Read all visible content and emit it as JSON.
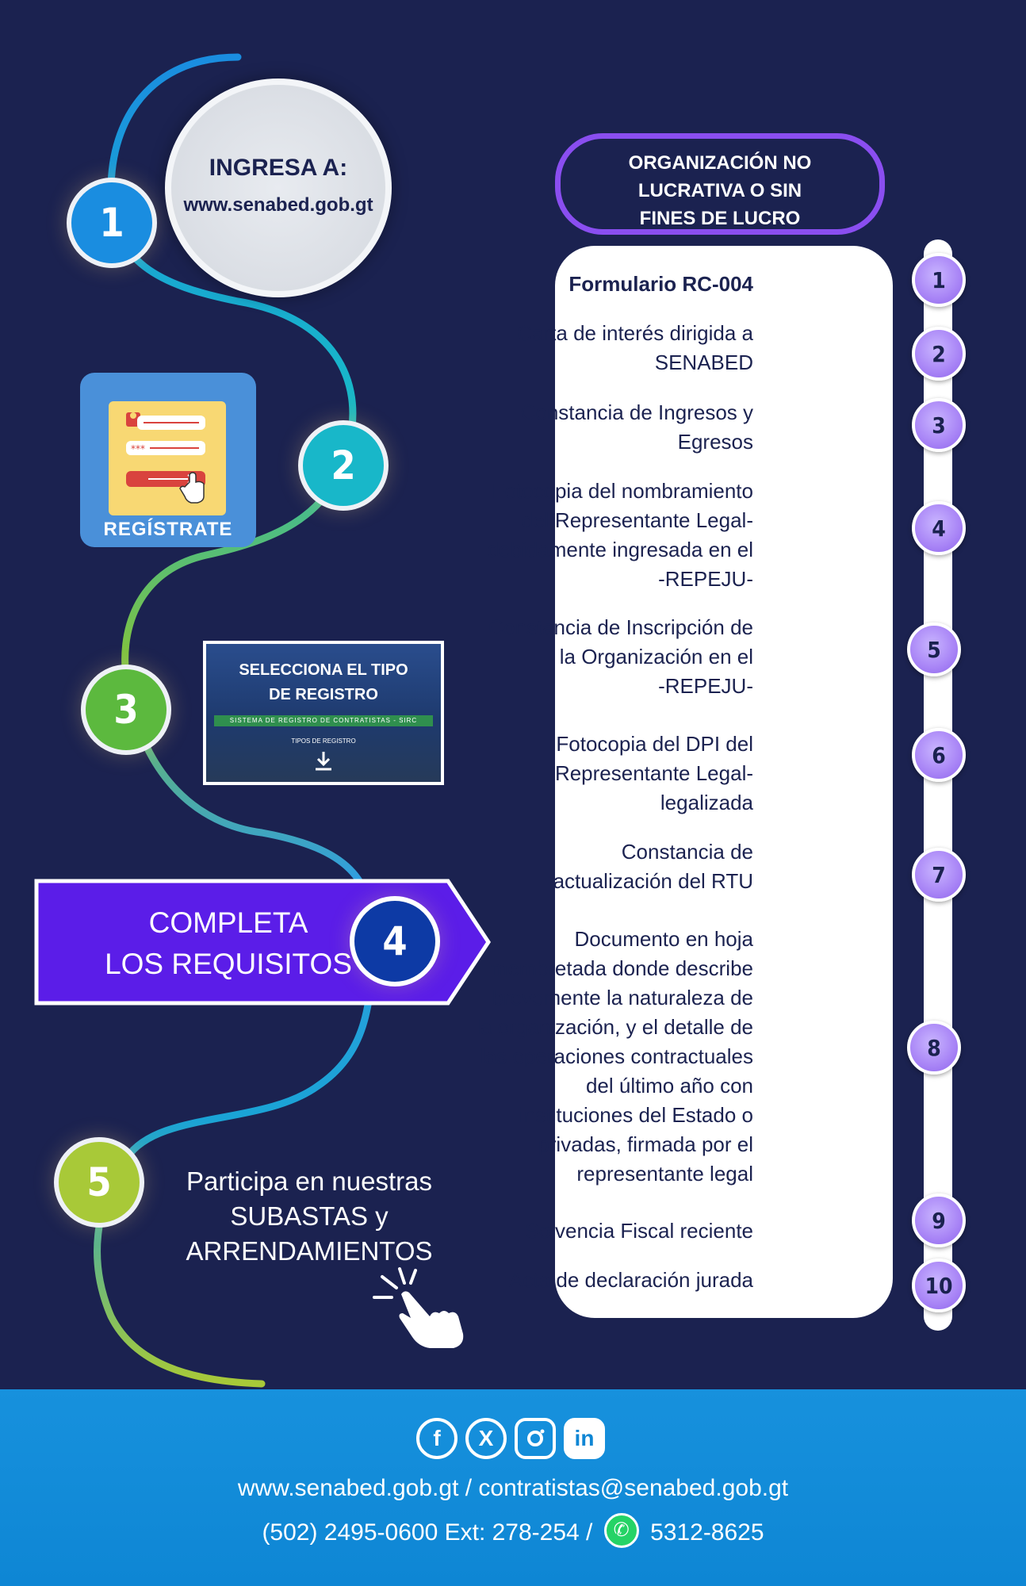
{
  "steps": {
    "s1": {
      "number": "1",
      "title": "INGRESA A:",
      "url": "www.senabed.gob.gt"
    },
    "s2": {
      "number": "2",
      "card_label": "REGÍSTRATE"
    },
    "s3": {
      "number": "3",
      "title_line1": "SELECCIONA EL TIPO",
      "title_line2": "DE REGISTRO",
      "strip": "SISTEMA DE REGISTRO DE CONTRATISTAS - SIRC",
      "tipos": "TIPOS DE REGISTRO"
    },
    "s4": {
      "number": "4",
      "line1": "COMPLETA",
      "line2": "LOS REQUISITOS"
    },
    "s5": {
      "number": "5",
      "line1": "Participa en nuestras",
      "line2": "SUBASTAS y",
      "line3": "ARRENDAMIENTOS"
    }
  },
  "org": {
    "line1": "ORGANIZACIÓN NO",
    "line2": "LUCRATIVA O SIN",
    "line3": "FINES DE LUCRO"
  },
  "requirements": [
    {
      "n": "1",
      "lines": [
        "Formulario RC-004"
      ]
    },
    {
      "n": "2",
      "lines": [
        "Carta de interés dirigida a",
        "SENABED"
      ]
    },
    {
      "n": "3",
      "lines": [
        "Constancia de Ingresos y",
        "Egresos"
      ]
    },
    {
      "n": "4",
      "lines": [
        "Fotocopia del nombramiento",
        "del Representante Legal-",
        "debidamente ingresada en el",
        "-REPEJU-"
      ]
    },
    {
      "n": "5",
      "lines": [
        "Constancia de Inscripción de",
        "la Organización en el",
        "-REPEJU-"
      ]
    },
    {
      "n": "6",
      "lines": [
        "Fotocopia del DPI del",
        "Representante Legal-",
        "legalizada"
      ]
    },
    {
      "n": "7",
      "lines": [
        "Constancia de",
        "actualización del RTU"
      ]
    },
    {
      "n": "8",
      "lines": [
        "Documento en hoja",
        "membretada donde describe",
        "brevemente la naturaleza de",
        "la organización, y el detalle de",
        "las operaciones contractuales",
        "del último año con",
        "instituciones del Estado o",
        "privadas, firmada por el",
        "representante legal"
      ]
    },
    {
      "n": "9",
      "lines": [
        "Solvencia Fiscal reciente"
      ]
    },
    {
      "n": "10",
      "lines": [
        "Acta de declaración jurada"
      ]
    }
  ],
  "footer": {
    "social_icons": [
      "facebook-icon",
      "x-icon",
      "instagram-icon",
      "linkedin-icon"
    ],
    "line1": "www.senabed.gob.gt / contratistas@senabed.gob.gt",
    "phone": "(502) 2495-0600 Ext: 278-254 /",
    "whatsapp": "5312-8625"
  },
  "colors": {
    "background": "#1b2250",
    "step1": "#1a8de0",
    "step2": "#18b7c9",
    "step3": "#5cb93e",
    "step4_banner": "#5b1de8",
    "step4_circle": "#0d3aa5",
    "step5": "#a8c938",
    "accent_purple": "#8a4ef0",
    "footer": "#1791dd"
  }
}
